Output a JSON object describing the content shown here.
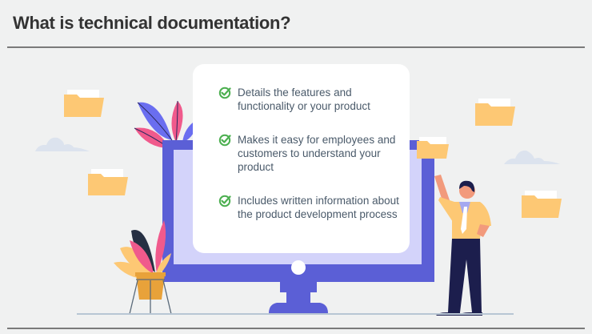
{
  "header": {
    "title": "What is technical documentation?"
  },
  "card": {
    "items": [
      {
        "icon": "check-circle-icon",
        "text": "Details the features and functionality or your product"
      },
      {
        "icon": "check-circle-icon",
        "text": "Makes it easy for employees and customers to understand your product"
      },
      {
        "icon": "check-circle-icon",
        "text": "Includes written information about the product development process"
      }
    ]
  },
  "colors": {
    "background": "#f0f1f1",
    "monitor": "#5b5fd6",
    "screen": "#d3d3fa",
    "check": "#4caf50",
    "folder": "#fdc874",
    "text": "#4a5a6a",
    "title": "#333333"
  }
}
